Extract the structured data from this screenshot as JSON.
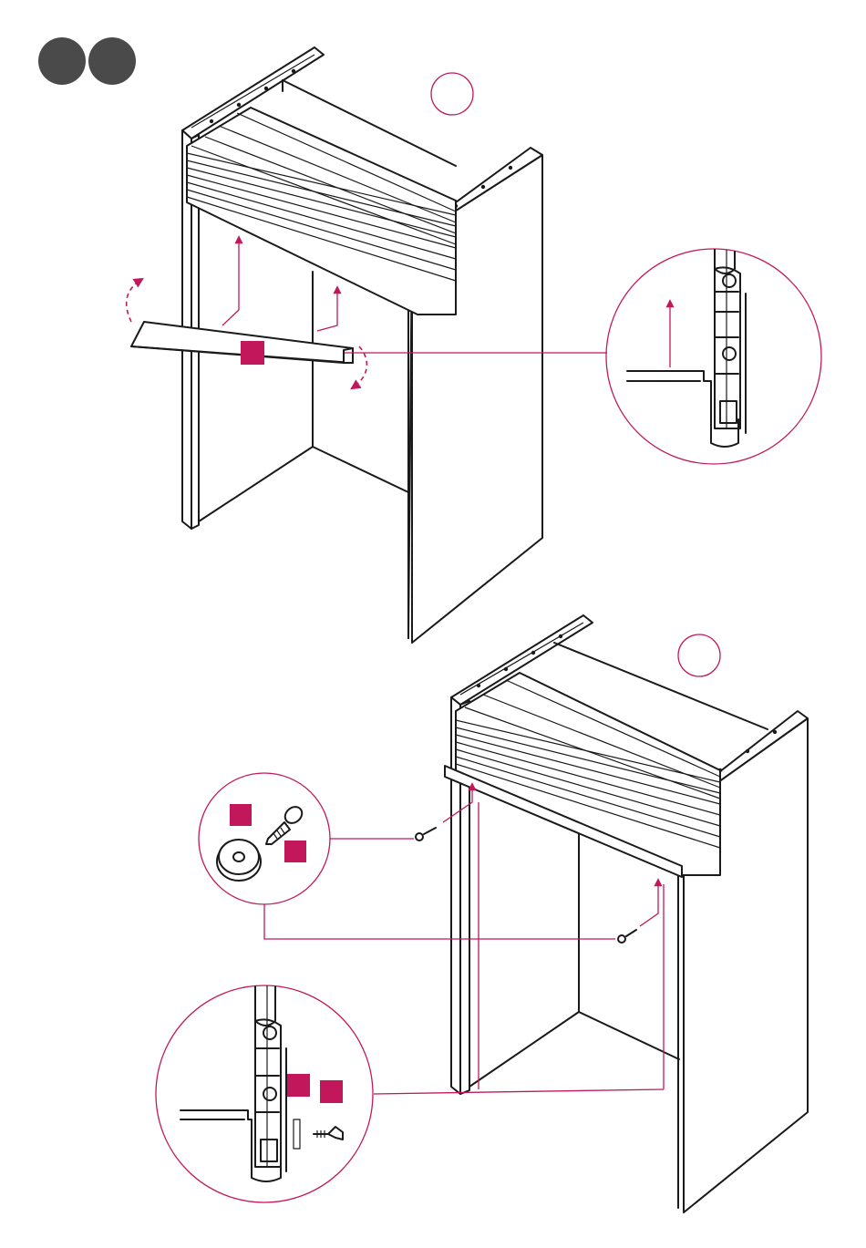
{
  "colors": {
    "accent": "#c2185b",
    "line": "#1a1a1a",
    "step_badge": "#4a4a4a",
    "background": "#ffffff"
  },
  "steps": [
    {
      "number_circle": "empty",
      "marker_squares": 1,
      "detail_callouts": 1
    },
    {
      "number_circle": "empty",
      "marker_squares": 4,
      "detail_callouts": 2
    }
  ],
  "icons": [
    "step-badge-icon",
    "rotate-arrow-icon",
    "up-arrow-icon",
    "screw-icon",
    "washer-icon",
    "dowel-icon"
  ]
}
